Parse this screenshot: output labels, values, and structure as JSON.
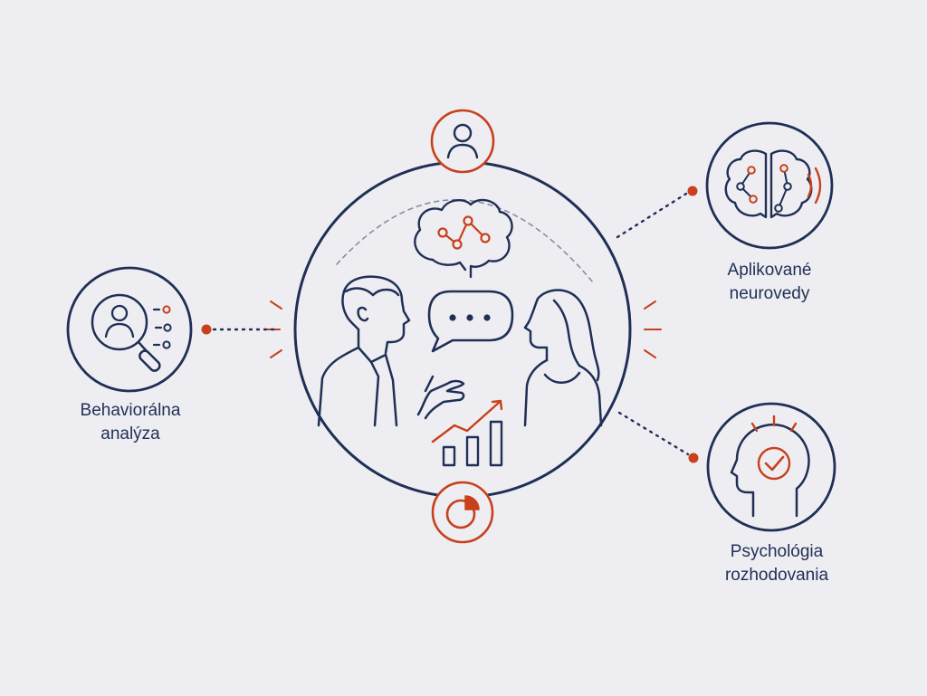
{
  "colors": {
    "navy": "#1f2f55",
    "accent": "#c8401c",
    "background": "#eeeef2",
    "dashed_arc": "#8a8f9c"
  },
  "center": {
    "icons": [
      "person-icon",
      "thinking-brain-icon",
      "speech-bubble-icon",
      "man-figure",
      "woman-figure",
      "growth-bar-chart-icon",
      "pie-chart-icon"
    ]
  },
  "nodes": {
    "behavioral": {
      "icon": "magnifier-person-icon",
      "label_lines": [
        "Behaviorálna",
        "analýza"
      ]
    },
    "neuro": {
      "icon": "brain-network-icon",
      "label_lines": [
        "Aplikované",
        "neurovedy"
      ]
    },
    "psych": {
      "icon": "head-checkmark-icon",
      "label_lines": [
        "Psychológia",
        "rozhodovania"
      ]
    }
  }
}
